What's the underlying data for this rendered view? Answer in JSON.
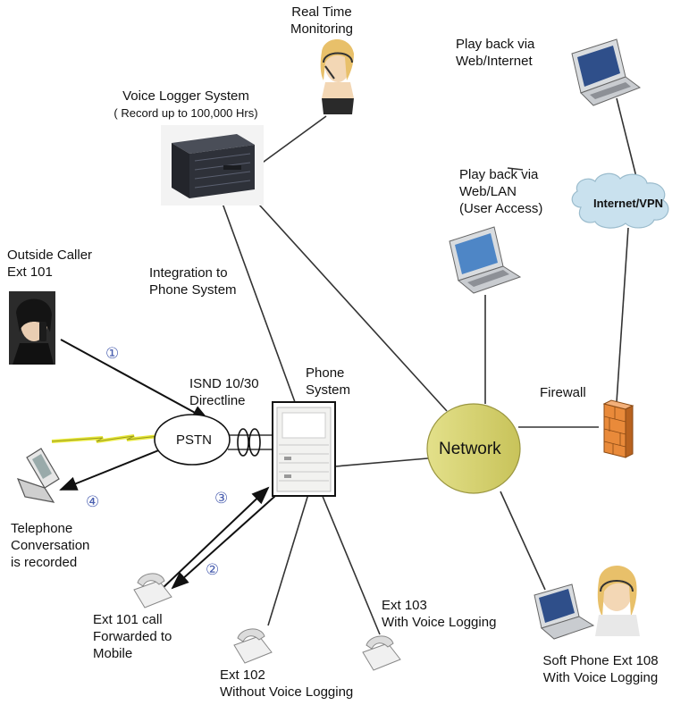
{
  "labels": {
    "real_time_1": "Real Time",
    "real_time_2": "Monitoring",
    "voice_logger_1": "Voice Logger System",
    "voice_logger_2": "( Record up to 100,000 Hrs)",
    "playback_web_1": "Play back via",
    "playback_web_2": "Web/Internet",
    "playback_lan_1": "Play back via",
    "playback_lan_2": "Web/LAN",
    "playback_lan_3": "(User Access)",
    "internet_vpn": "Internet/VPN",
    "outside_caller_1": "Outside Caller",
    "outside_caller_2": "Ext 101",
    "integration_1": "Integration to",
    "integration_2": "Phone System",
    "isdn_1": "ISND 10/30",
    "isdn_2": "Directline",
    "phone_system_1": "Phone",
    "phone_system_2": "System",
    "firewall": "Firewall",
    "pstn": "PSTN",
    "network": "Network",
    "tel_conv_1": "Telephone",
    "tel_conv_2": "Conversation",
    "tel_conv_3": "is recorded",
    "ext101_1": "Ext 101 call",
    "ext101_2": "Forwarded to",
    "ext101_3": "Mobile",
    "ext102_1": "Ext 102",
    "ext102_2": "Without Voice Logging",
    "ext103_1": "Ext 103",
    "ext103_2": "With Voice Logging",
    "softphone_1": "Soft Phone Ext 108",
    "softphone_2": "With Voice Logging"
  },
  "steps": [
    "①",
    "②",
    "③",
    "④"
  ],
  "colors": {
    "network_node": "#d7d36a",
    "cloud": "#c9e1ee",
    "firewall": "#e98a3a",
    "step_number": "#4a5fb0",
    "lightning": "#e8e83a"
  },
  "icons": [
    "person-headset-icon",
    "laptop-icon",
    "server-icon",
    "phone-switch-icon",
    "desk-phone-icon",
    "mobile-phone-icon",
    "firewall-icon",
    "cloud-icon"
  ]
}
